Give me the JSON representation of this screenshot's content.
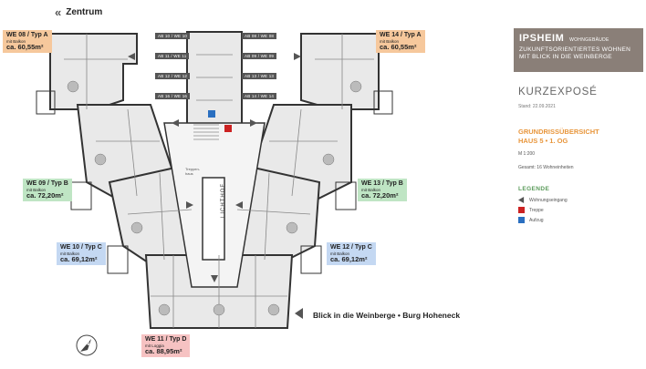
{
  "nav": {
    "back_label": "Zentrum"
  },
  "units": [
    {
      "id": "we08",
      "title": "WE 08 / Typ A",
      "note": "mit Balkon",
      "area": "ca. 60,55m²",
      "color": "orange"
    },
    {
      "id": "we14",
      "title": "WE 14 / Typ A",
      "note": "mit Balkon",
      "area": "ca. 60,55m²",
      "color": "orange"
    },
    {
      "id": "we09",
      "title": "WE 09 / Typ B",
      "note": "mit Balkon",
      "area": "ca. 72,20m²",
      "color": "green"
    },
    {
      "id": "we13",
      "title": "WE 13 / Typ B",
      "note": "mit Balkon",
      "area": "ca. 72,20m²",
      "color": "green"
    },
    {
      "id": "we10",
      "title": "WE 10 / Typ C",
      "note": "mit Balkon",
      "area": "ca. 69,12m²",
      "color": "blue"
    },
    {
      "id": "we12",
      "title": "WE 12 / Typ C",
      "note": "mit Balkon",
      "area": "ca. 69,12m²",
      "color": "blue"
    },
    {
      "id": "we11",
      "title": "WE 11 / Typ D",
      "note": "mit Loggia",
      "area": "ca. 88,95m²",
      "color": "pink"
    }
  ],
  "storage": [
    "AB 10 / WE 10",
    "AB 11 / WE 11",
    "AB 12 / WE 12",
    "AB 16 / WE 16",
    "AB 08 / WE 08",
    "AB 09 / WE 09",
    "AB 13 / WE 13",
    "AB 14 / WE 14"
  ],
  "plan_labels": {
    "lichthof": "LICHTHOF",
    "treppenhaus": "Treppen-haus"
  },
  "view": {
    "text": "Blick in die Weinberge  •  Burg Hoheneck"
  },
  "brand": {
    "name": "IPSHEIM",
    "name_small": "WOHNGEBÄUDE",
    "line1": "ZUKUNFTSORIENTIERTES WOHNEN",
    "line2": "MIT BLICK IN DIE WEINBERGE"
  },
  "doc": {
    "title": "KURZEXPOSÉ",
    "stand": "Stand: 22.09.2021",
    "section_line1": "GRUNDRISSÜBERSICHT",
    "section_line2": "HAUS 5   •   1. OG",
    "scale": "M 1:200",
    "total": "Gesamt: 16 Wohneinheiten"
  },
  "legend": {
    "title": "LEGENDE",
    "items": [
      {
        "label": "Wohnungseingang",
        "icon": "entrance-arrow-icon",
        "color": "#555555"
      },
      {
        "label": "Treppe",
        "icon": "stairs-icon",
        "color": "#cc2222"
      },
      {
        "label": "Aufzug",
        "icon": "elevator-icon",
        "color": "#2a6fc0"
      }
    ]
  },
  "colors": {
    "orange": "#f6c89c",
    "green": "#bfe5c4",
    "blue": "#c4d8f2",
    "pink": "#f6c2c2",
    "accent": "#e8963c",
    "brand": "#8a7f78"
  },
  "compass": {
    "label": "N"
  }
}
